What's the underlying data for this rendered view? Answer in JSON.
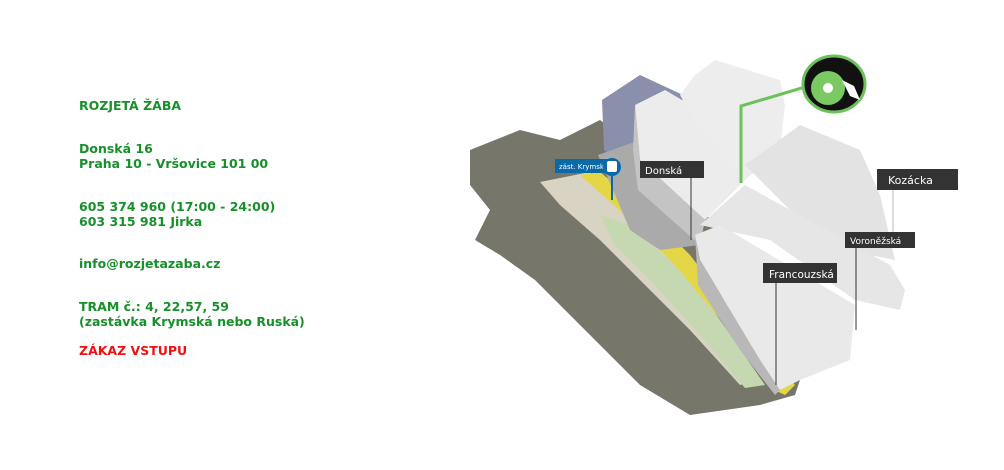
{
  "contact": {
    "name": "ROZJETÁ ŽÁBA",
    "address_line1": "Donská 16",
    "address_line2": "Praha 10 - Vršovice 101 00",
    "phone1": "605 374 960 (17:00 - 24:00)",
    "phone2": "603 315 981 Jirka",
    "email": "info@rozjetazaba.cz",
    "tram_line1": "TRAM č.: 4, 22,57, 59",
    "tram_line2": "(zastávka Krymská nebo Ruská)",
    "warning": "ZÁKAZ VSTUPU"
  },
  "map": {
    "tram_stop_label": "zást. Krymská",
    "streets": {
      "donska": "Donská",
      "kozacka": "Kozácka",
      "voronezska": "Voroněžská",
      "francouzska": "Francouzská"
    },
    "icons": [
      "bus-icon",
      "club-logo-frog-turntable-icon"
    ],
    "colors": {
      "ground": "#77766a",
      "road": "#e7d84a",
      "park": "#c9d9b4",
      "building": "#e9e9e9",
      "accent": "#6cc15a",
      "tram_stop": "#0a6aa8"
    }
  }
}
